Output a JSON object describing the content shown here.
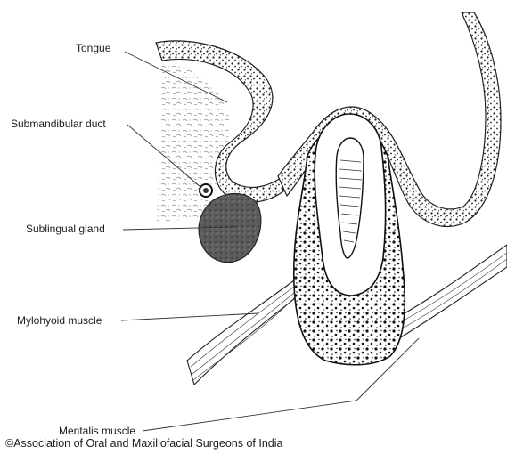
{
  "labels": {
    "tongue": "Tongue",
    "submandibular_duct": "Submandibular duct",
    "sublingual_gland": "Sublingual gland",
    "mylohyoid_muscle": "Mylohyoid muscle",
    "mentalis_muscle": "Mentalis muscle"
  },
  "copyright": "©Association of Oral and Maxillofacial Surgeons of India",
  "colors": {
    "ink": "#1a1a1a",
    "background": "#ffffff",
    "gland": "#5c5c5c"
  }
}
